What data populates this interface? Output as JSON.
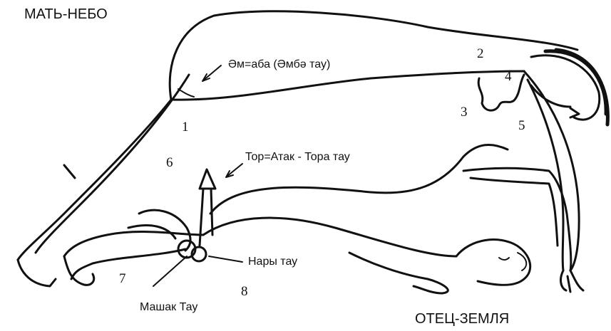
{
  "titles": {
    "sky_mother": "МАТЬ-НЕБО",
    "earth_father": "ОТЕЦ-ЗЕМЛЯ"
  },
  "captions": {
    "em_aba": "Әм=аба (Әмбә тау)",
    "tor_atak": "Тор=Атак - Тора тау",
    "nary": "Нары тау",
    "mashak": "Машак Тау"
  },
  "numbers": [
    "1",
    "2",
    "3",
    "4",
    "5",
    "6",
    "7",
    "8"
  ],
  "colors": {
    "ink": "#111111",
    "paper": "#ffffff"
  }
}
